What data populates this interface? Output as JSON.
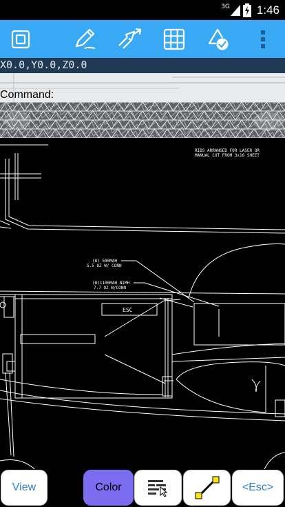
{
  "status": {
    "network": "3G",
    "time": "1:46"
  },
  "toolbar": {
    "icons": [
      "view-window-icon",
      "pencil-icon",
      "edit-arrows-icon",
      "grid-icon",
      "shapes-icon",
      "more-vert-icon"
    ]
  },
  "coords": {
    "text": "X0.0,Y0.0,Z0.0"
  },
  "command": {
    "label": "Command:"
  },
  "drawing": {
    "note1_line1": "RIBS ARRANGED FOR LASER OR",
    "note1_line2": "MANUAL CUT FROM 3x16 SHEET",
    "note2_line1": "(8) 500MAH",
    "note2_line2": "5.5 OZ  W/ CONN",
    "note3_line1": "(8)1100MAH NIMH",
    "note3_line2": "7.7 OZ  W/CONN",
    "esc_box": "ESC"
  },
  "bottom": {
    "view_label": "View",
    "color_label": "Color",
    "layers_icon": "layers-icon",
    "line_icon": "line-tool-icon",
    "esc_label": "<Esc>"
  },
  "colors": {
    "toolbar": "#39a9f5",
    "active_button": "#7b6cf0",
    "canvas": "#000000"
  }
}
